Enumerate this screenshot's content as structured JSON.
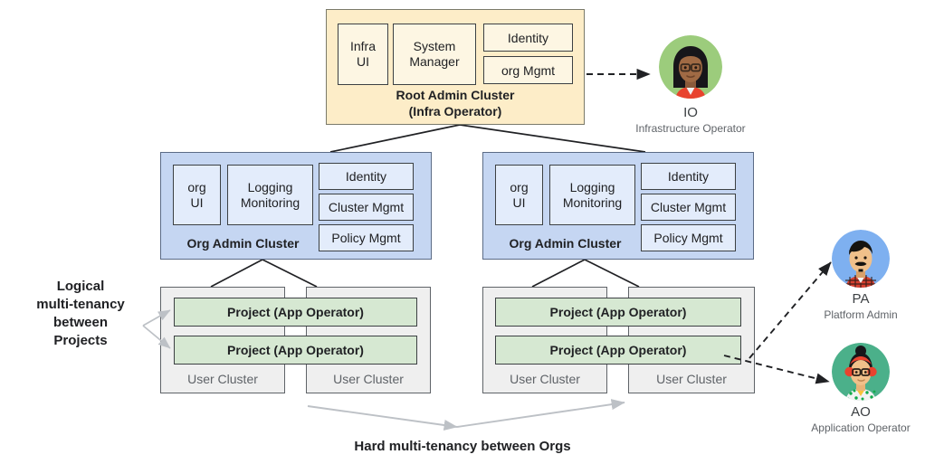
{
  "diagram": {
    "title_hidden": "Multi-tenancy cluster architecture",
    "root_cluster": {
      "name": "root-admin-cluster",
      "title_line1": "Root Admin Cluster",
      "title_line2": "(Infra Operator)",
      "fill": "#fdedc8",
      "components": [
        {
          "id": "infra-ui",
          "label_line1": "Infra",
          "label_line2": "UI"
        },
        {
          "id": "system-manager",
          "label_line1": "System",
          "label_line2": "Manager"
        },
        {
          "id": "identity",
          "label": "Identity"
        },
        {
          "id": "org-mgmt",
          "label": "org Mgmt"
        }
      ]
    },
    "org_clusters": [
      {
        "name": "org-admin-cluster-left",
        "title": "Org Admin Cluster",
        "fill": "#c5d6f2",
        "components": [
          {
            "id": "org-ui",
            "label_line1": "org",
            "label_line2": "UI"
          },
          {
            "id": "logging-monitoring",
            "label_line1": "Logging",
            "label_line2": "Monitoring"
          },
          {
            "id": "identity",
            "label": "Identity"
          },
          {
            "id": "cluster-mgmt",
            "label": "Cluster Mgmt"
          },
          {
            "id": "policy-mgmt",
            "label": "Policy Mgmt"
          }
        ]
      },
      {
        "name": "org-admin-cluster-right",
        "title": "Org Admin Cluster",
        "fill": "#c5d6f2",
        "components": [
          {
            "id": "org-ui",
            "label_line1": "org",
            "label_line2": "UI"
          },
          {
            "id": "logging-monitoring",
            "label_line1": "Logging",
            "label_line2": "Monitoring"
          },
          {
            "id": "identity",
            "label": "Identity"
          },
          {
            "id": "cluster-mgmt",
            "label": "Cluster Mgmt"
          },
          {
            "id": "policy-mgmt",
            "label": "Policy Mgmt"
          }
        ]
      }
    ],
    "user_clusters": [
      {
        "name": "user-cluster-1",
        "label": "User Cluster"
      },
      {
        "name": "user-cluster-2",
        "label": "User Cluster"
      },
      {
        "name": "user-cluster-3",
        "label": "User Cluster"
      },
      {
        "name": "user-cluster-4",
        "label": "User Cluster"
      }
    ],
    "projects": [
      {
        "name": "project-left-top",
        "label": "Project (App Operator)"
      },
      {
        "name": "project-left-bottom",
        "label": "Project (App Operator)"
      },
      {
        "name": "project-right-top",
        "label": "Project (App Operator)"
      },
      {
        "name": "project-right-bottom",
        "label": "Project  (App Operator)"
      }
    ],
    "annotations": {
      "logical": {
        "name": "logical-multitenancy-label",
        "line1": "Logical",
        "line2": "multi-tenancy",
        "line3": "between",
        "line4": "Projects"
      },
      "hard": {
        "name": "hard-multitenancy-label",
        "text": "Hard multi-tenancy between Orgs"
      }
    },
    "personas": [
      {
        "name": "persona-io",
        "initials": "IO",
        "role": "Infrastructure Operator",
        "circle_color": "#9ccc7c"
      },
      {
        "name": "persona-pa",
        "initials": "PA",
        "role": "Platform Admin",
        "circle_color": "#7eb0f0"
      },
      {
        "name": "persona-ao",
        "initials": "AO",
        "role": "Application Operator",
        "circle_color": "#4bb08a"
      }
    ],
    "colors": {
      "root_fill": "#fdedc8",
      "org_fill": "#c5d6f2",
      "user_fill": "#efefef",
      "project_fill": "#d6e8d2",
      "sub_fill": "#fdf6e3",
      "sub_blue_fill": "#e3ecfb",
      "stroke": "#3c4043",
      "arrow_gray": "#bdc1c6",
      "dashed": "#202124"
    }
  }
}
